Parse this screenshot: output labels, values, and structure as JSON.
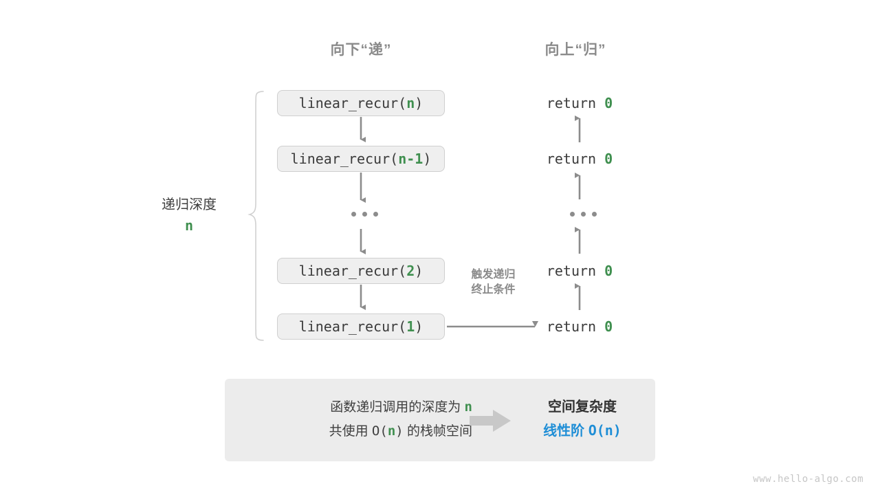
{
  "page": {
    "background": "#ffffff",
    "watermark": "www.hello-algo.com"
  },
  "palette": {
    "accent_green": "#3f8f4f",
    "accent_blue": "#1f8ed6",
    "gray_text": "#8a8a8a",
    "dark_text": "#3b3b3b",
    "box_fill": "#efefef",
    "box_border": "#cfcfcf",
    "panel_fill": "#ececec",
    "arrow_gray": "#8c8c8c",
    "brace_gray": "#d0d0d0",
    "block_arrow": "#c8c8c8"
  },
  "headers": {
    "down": "向下“递”",
    "up": "向上“归”"
  },
  "depth_label": {
    "text": "递归深度",
    "variable": "n"
  },
  "frames": [
    {
      "prefix": "linear_recur(",
      "arg": "n",
      "suffix": ")"
    },
    {
      "prefix": "linear_recur(",
      "arg": "n-1",
      "suffix": ")"
    },
    {
      "prefix": "linear_recur(",
      "arg": "2",
      "suffix": ")"
    },
    {
      "prefix": "linear_recur(",
      "arg": "1",
      "suffix": ")"
    }
  ],
  "returns": [
    {
      "keyword": "return",
      "value": "0"
    },
    {
      "keyword": "return",
      "value": "0"
    },
    {
      "keyword": "return",
      "value": "0"
    },
    {
      "keyword": "return",
      "value": "0"
    }
  ],
  "ellipsis": "• • •",
  "break_note": {
    "line1": "触发递归",
    "line2": "终止条件"
  },
  "summary": {
    "left_line1_pre": "函数递归调用的深度为 ",
    "left_line1_hl": "n",
    "left_line2_pre": "共使用 ",
    "left_line2_mono": "O(",
    "left_line2_hl": "n",
    "left_line2_mono2": ")",
    "left_line2_post": " 的栈帧空间",
    "arrow_icon": "block-arrow-right-icon",
    "right_title": "空间复杂度",
    "right_value_text": "线性阶 ",
    "right_value_mono": "O(n)"
  }
}
